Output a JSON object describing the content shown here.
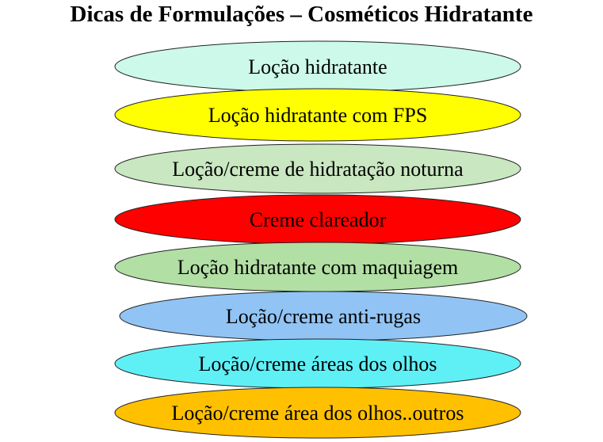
{
  "title": "Dicas de Formulações – Cosméticos Hidratante",
  "items": [
    {
      "label": "Loção hidratante",
      "color": "#ccf9ea"
    },
    {
      "label": "Loção hidratante com FPS",
      "color": "#ffff00"
    },
    {
      "label": "Loção/creme de hidratação noturna",
      "color": "#c9e7c0"
    },
    {
      "label": "Creme clareador",
      "color": "#ff0000"
    },
    {
      "label": "Loção hidratante com maquiagem",
      "color": "#b2dfa4"
    },
    {
      "label": "Loção/creme anti-rugas",
      "color": "#91c4f5"
    },
    {
      "label": "Loção/creme áreas dos olhos",
      "color": "#5ff0f6"
    },
    {
      "label": "Loção/creme área dos olhos..outros",
      "color": "#ffc000"
    }
  ]
}
